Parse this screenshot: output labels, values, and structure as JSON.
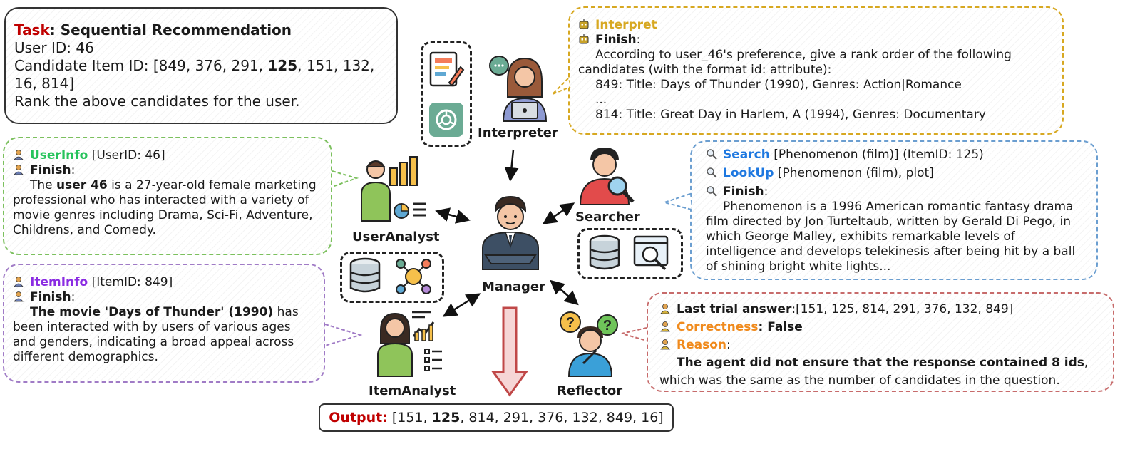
{
  "task": {
    "label": "Task",
    "title": ": Sequential Recommendation",
    "user_line": "User ID: 46",
    "candidate_prefix": "Candidate Item ID: [849, 376, 291, ",
    "candidate_bold": "125",
    "candidate_suffix": ", 151, 132,",
    "candidate_line2": "16, 814]",
    "instruction": "Rank the above candidates for the user."
  },
  "interpret": {
    "action": "Interpret",
    "finish_label": "Finish",
    "colon": ":",
    "line1": "According to user_46's preference, give a rank order of the following",
    "line2": "candidates (with the format id: attribute):",
    "line3": "849: Title: Days of Thunder (1990), Genres: Action|Romance",
    "line4": "...",
    "line5": "814: Title: Great Day in Harlem, A (1994), Genres: Documentary"
  },
  "userinfo": {
    "action": "UserInfo",
    "arg": " [UserID: 46]",
    "finish_label": "Finish",
    "colon": ":",
    "p_pre": "The ",
    "p_bold": "user 46",
    "p_post": " is a 27-year-old female marketing professional who has interacted with a variety of movie genres including Drama, Sci-Fi, Adventure, Childrens, and Comedy."
  },
  "iteminfo": {
    "action": "ItemInfo",
    "arg": " [ItemID: 849]",
    "finish_label": "Finish",
    "colon": ":",
    "p_bold": "The movie 'Days of Thunder' (1990)",
    "p_post": " has been interacted with by users of various ages and genders, indicating a broad appeal across different demographics."
  },
  "searcher": {
    "action1": "Search",
    "arg1": " [Phenomenon (film)] (ItemID: 125)",
    "action2": "LookUp",
    "arg2": " [Phenomenon (film), plot]",
    "finish_label": "Finish",
    "colon": ":",
    "paragraph": "Phenomenon is a 1996 American romantic fantasy drama film directed by Jon Turteltaub, written by Gerald Di Pego, in which George Malley, exhibits remarkable levels of intelligence and develops telekinesis after being hit by a ball of shining bright white lights..."
  },
  "reflector": {
    "last_label": "Last trial answer",
    "last_value": ":[151, 125, 814, 291, 376, 132, 849]",
    "correct_label": "Correctness",
    "correct_value": ": False",
    "reason_label": "Reason",
    "reason_colon": ":",
    "reason_bold": "The agent did not ensure that the response contained 8 ids",
    "reason_comma": ",",
    "reason_line2": "which was the same as the number of candidates in the question."
  },
  "output": {
    "label": "Output:",
    "pre": " [151, ",
    "bold": "125",
    "post": ", 814, 291, 376, 132, 849, 16]"
  },
  "agents": {
    "interpreter": "Interpreter",
    "user_analyst": "UserAnalyst",
    "item_analyst": "ItemAnalyst",
    "manager": "Manager",
    "searcher": "Searcher",
    "reflector": "Reflector"
  },
  "icons": {
    "robot": "robot-icon",
    "magnifier": "magnifier-icon",
    "dude": "person-icon",
    "openai": "openai-logo-icon",
    "database": "database-icon",
    "web_search": "web-search-icon",
    "network": "network-icon",
    "document": "document-edit-icon"
  },
  "colors": {
    "task_red": "#c00000",
    "interpret_gold": "#d7a821",
    "userinfo_green": "#26c35b",
    "iteminfo_purple": "#8a2be2",
    "search_blue": "#1e78e0",
    "reflector_orange": "#f08a1c",
    "output_red": "#c00000"
  }
}
